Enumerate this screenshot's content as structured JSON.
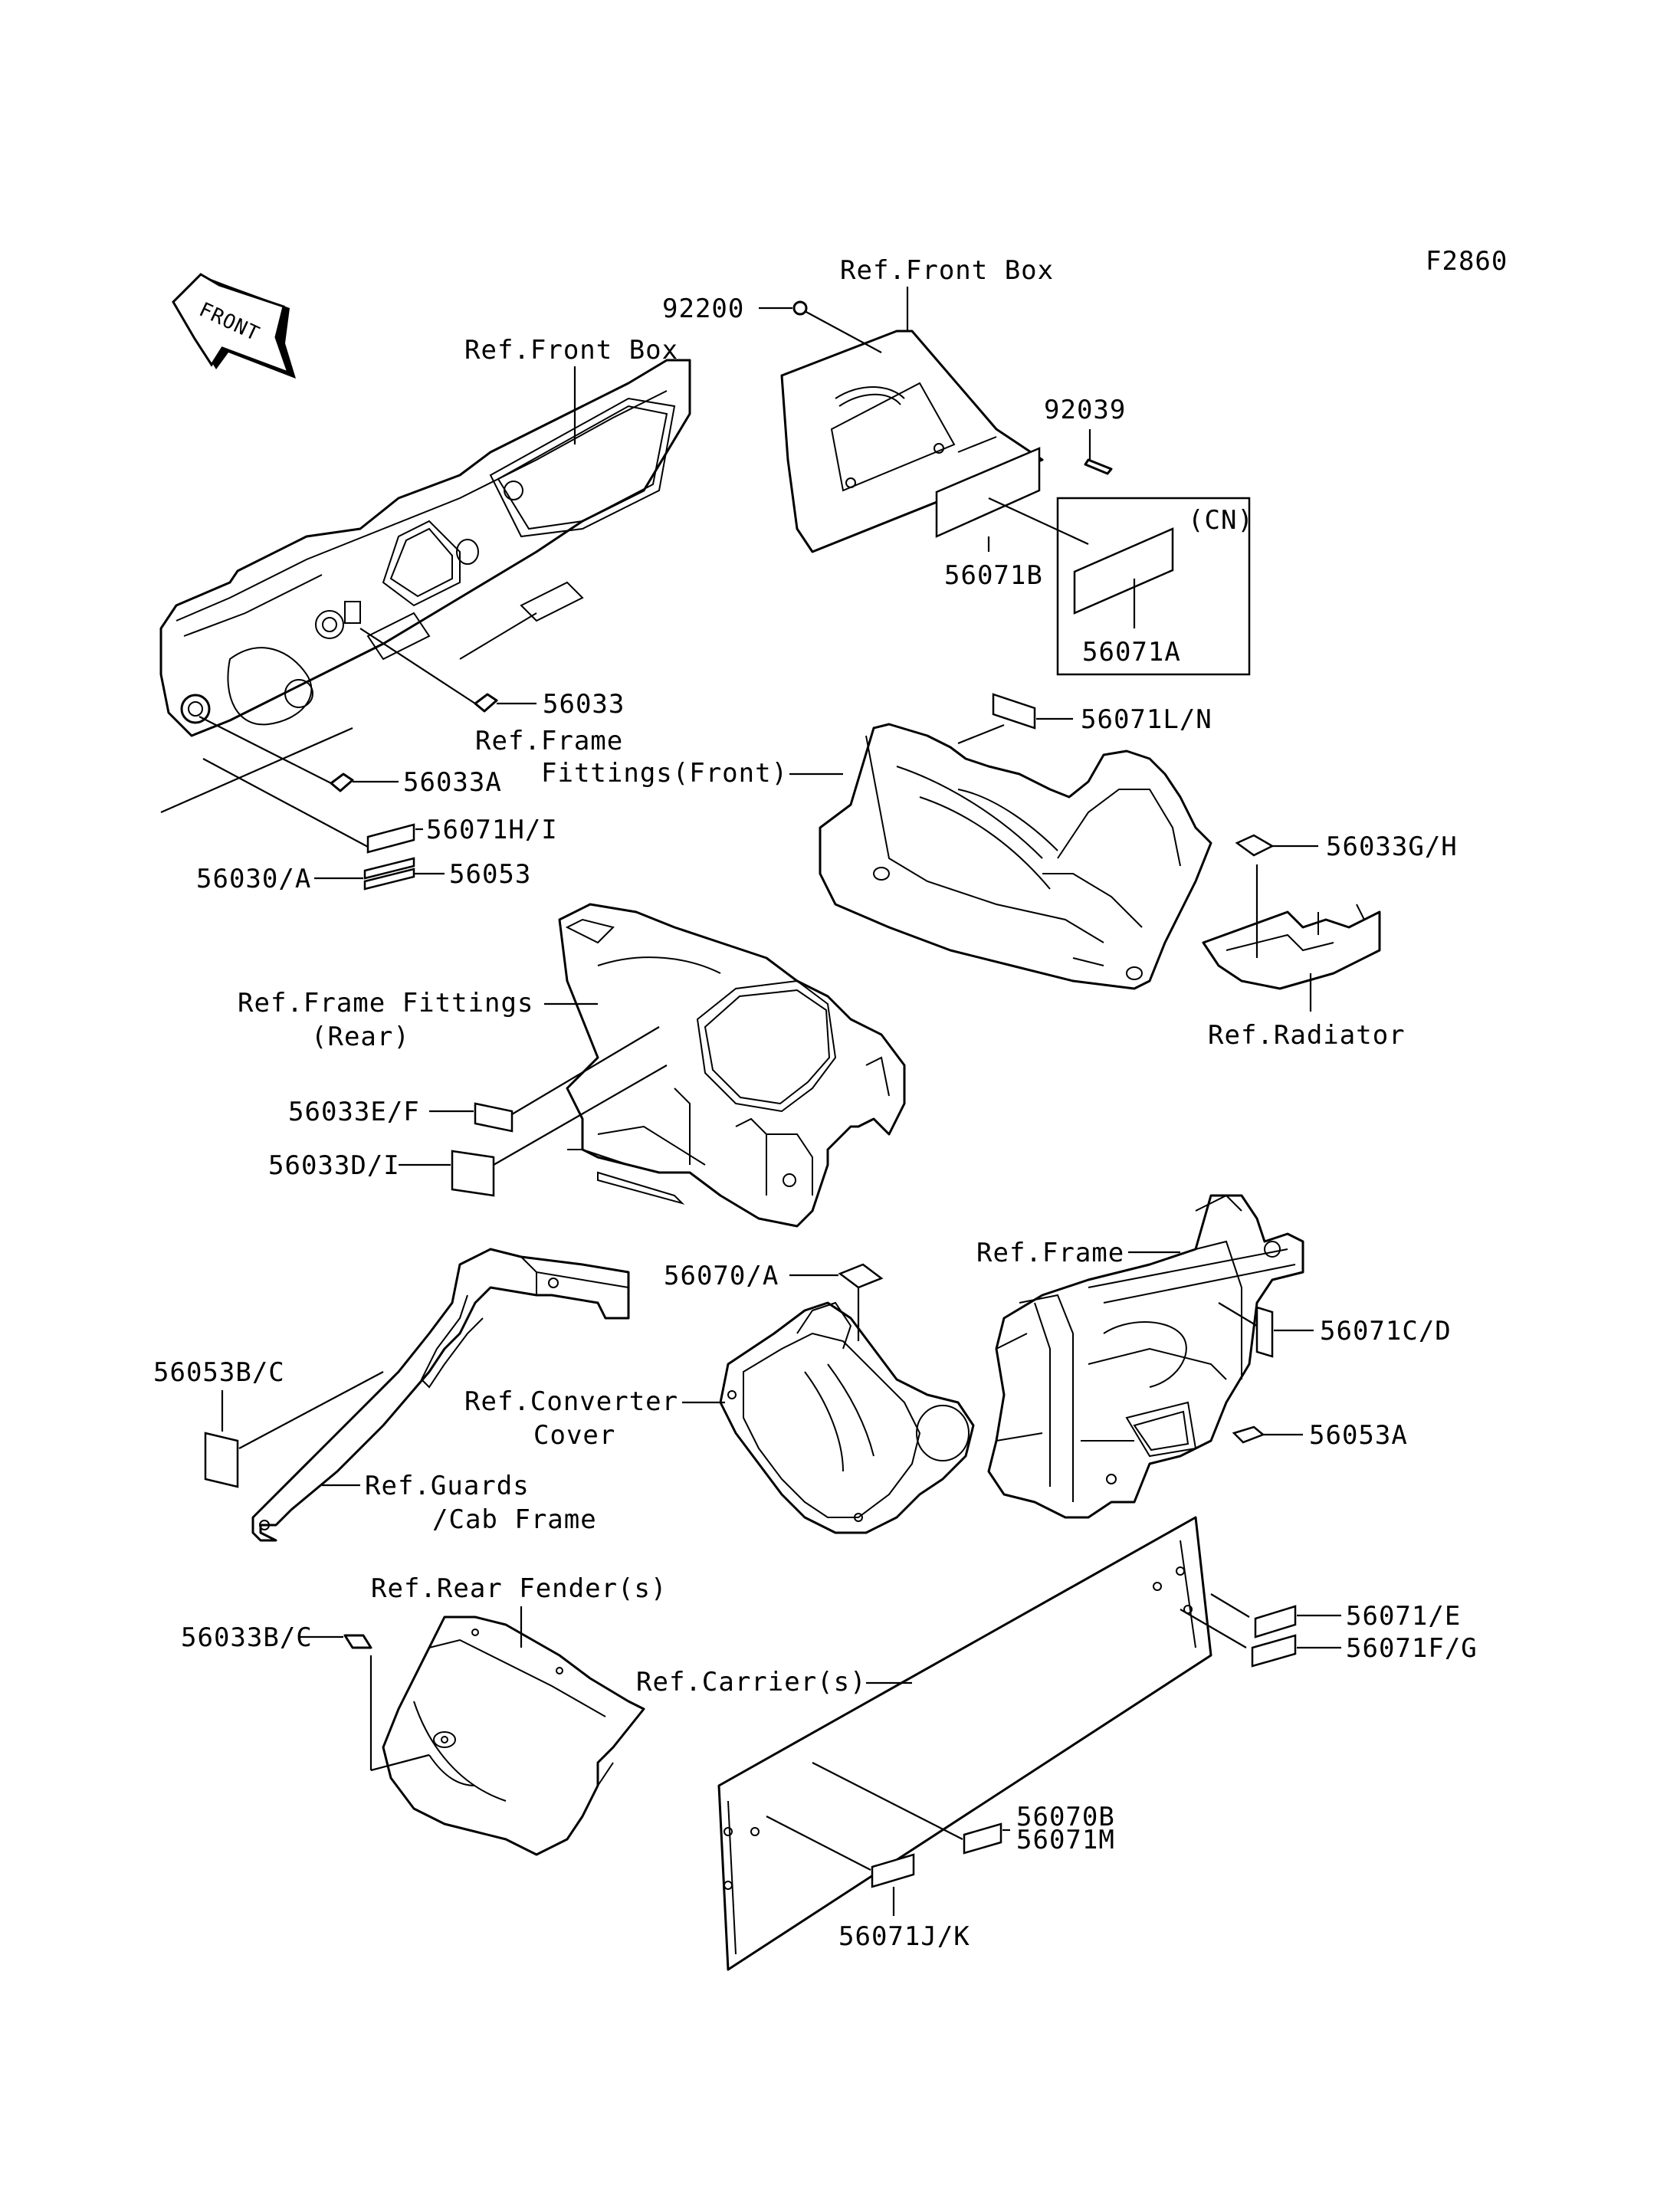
{
  "figure_code": "F2860",
  "front_arrow": {
    "text": "FRONT",
    "icon": "front-direction-arrow-icon"
  },
  "refs": {
    "front_box_top": "Ref.Front Box",
    "front_box_left": "Ref.Front Box",
    "frame_fittings_front_1": "Ref.Frame",
    "frame_fittings_front_2": "Fittings(Front)",
    "radiator": "Ref.Radiator",
    "frame_fittings_rear_1": "Ref.Frame Fittings",
    "frame_fittings_rear_2": "(Rear)",
    "frame": "Ref.Frame",
    "converter_cover_1": "Ref.Converter",
    "converter_cover_2": "Cover",
    "guards_1": "Ref.Guards",
    "guards_2": "/Cab Frame",
    "rear_fender": "Ref.Rear Fender(s)",
    "carrier": "Ref.Carrier(s)"
  },
  "callouts": {
    "p92200": "92200",
    "p92039": "92039",
    "p56071B": "56071B",
    "cn": "(CN)",
    "p56071A": "56071A",
    "p56033": "56033",
    "p56033A": "56033A",
    "p56071LN": "56071L/N",
    "p56033GH": "56033G/H",
    "p56071HI": "56071H/I",
    "p56030A": "56030/A",
    "p56053": "56053",
    "p56033EF": "56033E/F",
    "p56033DI": "56033D/I",
    "p56070A": "56070/A",
    "p56071CD": "56071C/D",
    "p56053A": "56053A",
    "p56053BC": "56053B/C",
    "p56033BC": "56033B/C",
    "p56071E": "56071/E",
    "p56071FG": "56071F/G",
    "p56070B": "56070B",
    "p56071M": "56071M",
    "p56071JK": "56071J/K"
  }
}
